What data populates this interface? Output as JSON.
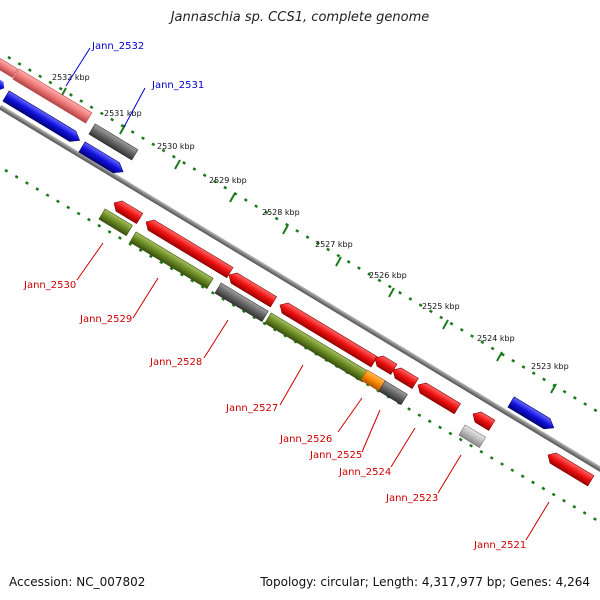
{
  "title": "Jannaschia sp. CCS1, complete genome",
  "accession_text": "Accession: NC_007802",
  "topology_text": "Topology: circular; Length: 4,317,977 bp; Genes: 4,264",
  "colors": {
    "forward_label": "#0000cc",
    "reverse_label": "#cc0000",
    "tick_dots": "#1a7a1a",
    "backbone": "#808080",
    "red": "#ee1111",
    "blue": "#1111dd",
    "pink": "#ee7777",
    "olive": "#6a8a22",
    "gray": "#666666",
    "lightgray": "#bbbbbb",
    "orange": "#ff8800"
  },
  "scale_labels": [
    "2532 kbp",
    "2531 kbp",
    "2530 kbp",
    "2529 kbp",
    "2528 kbp",
    "2527 kbp",
    "2526 kbp",
    "2525 kbp",
    "2524 kbp",
    "2523 kbp"
  ],
  "gene_labels": {
    "Jann_2532": "Jann_2532",
    "Jann_2531": "Jann_2531",
    "Jann_2530": "Jann_2530",
    "Jann_2529": "Jann_2529",
    "Jann_2528": "Jann_2528",
    "Jann_2527": "Jann_2527",
    "Jann_2526": "Jann_2526",
    "Jann_2525": "Jann_2525",
    "Jann_2524": "Jann_2524",
    "Jann_2523": "Jann_2523",
    "Jann_2521": "Jann_2521"
  }
}
